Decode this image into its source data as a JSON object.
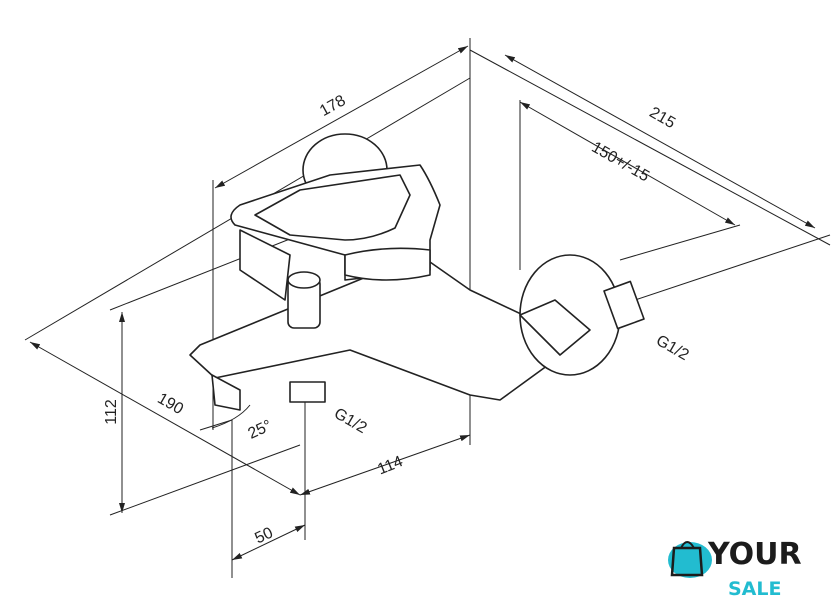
{
  "drawing": {
    "dimensions": {
      "d178": "178",
      "d215": "215",
      "d150": "150+/-15",
      "d190": "190",
      "d112": "112",
      "d114": "114",
      "d50": "50",
      "angle": "25°",
      "thread_bottom": "G1/2",
      "thread_side": "G1/2"
    }
  },
  "logo": {
    "line1": "YOUR",
    "line2": "SALE",
    "accent": "#22bcd0"
  }
}
